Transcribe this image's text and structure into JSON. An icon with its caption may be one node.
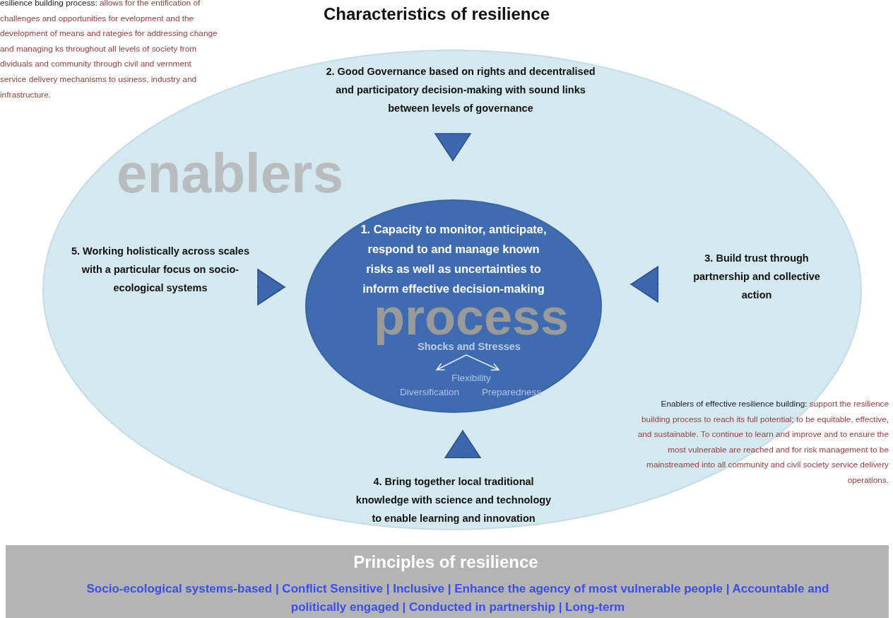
{
  "diagram": {
    "title": "Characteristics of resilience",
    "nodes": [
      {
        "text": [
          "enablers"
        ]
      },
      {
        "text": [
          "1. Capacity to monitor, anticipate, respond to and manage known risks as well as uncertainties to inform effective decision-making",
          "process"
        ],
        "in": 0
      },
      {
        "text": [
          "2. Good Governance based on rights and decentralised and participatory decision-making with sound links between levels of governance"
        ],
        "in": 0
      },
      {
        "text": [
          "3. Build trust through partnership and collective action"
        ],
        "in": 0
      },
      {
        "text": [
          "4. Bring together local traditional knowledge with science and technology to enable learning and innovation"
        ],
        "in": 0
      },
      {
        "text": [
          "5. Working holistically across scales with a particular focus on socio-ecological systems"
        ],
        "in": 0
      },
      {
        "text": [
          "Shocks and Stresses"
        ],
        "in": 1
      },
      {
        "text": [
          "Flexibility"
        ],
        "in": 1
      },
      {
        "text": [
          "Diversification"
        ],
        "in": 1
      },
      {
        "text": [
          "Preparedness"
        ],
        "in": 1
      },
      {
        "text": [
          "Principles of resilience",
          "Socio-ecological systems-based | Conflict Sensitive | Inclusive | Enhance the agency of most vulnerable people | Accountable and politically engaged | Conducted in partnership | Long-term"
        ]
      }
    ],
    "edges": [
      {
        "from": 2,
        "to": 1,
        "arrow": "to"
      },
      {
        "from": 3,
        "to": 1,
        "arrow": "to"
      },
      {
        "from": 4,
        "to": 1,
        "arrow": "to"
      },
      {
        "from": 5,
        "to": 1,
        "arrow": "to"
      },
      {
        "from": 6,
        "to": 8,
        "arrow": "to",
        "color": "#e8eef8"
      },
      {
        "from": 6,
        "to": 9,
        "arrow": "to",
        "color": "#e8eef8"
      }
    ],
    "labels": [
      "**esilience building process:** allows for the entification of challenges and opportunities for evelopment and the development of means and rategies for addressing change and managing ks throughout all levels of society from dividuals and community through civil and vernment service delivery mechanisms to usiness, industry and infrastructure.",
      "**Enablers of effective resilience building:** support the resilience building process to reach its full potential; to be equitable, effective, and sustainable. To continue to learn and improve and to ensure the most vulnerable are reached and for risk management to be mainstreamed into all community and civil society service delivery operations."
    ]
  }
}
